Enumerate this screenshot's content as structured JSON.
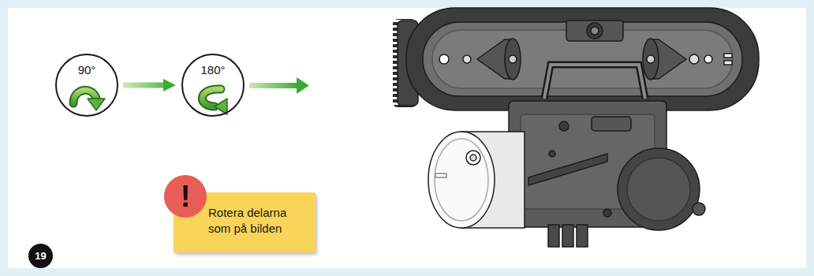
{
  "diagram": {
    "nodes": [
      {
        "text": [
          "90°"
        ]
      },
      {
        "text": [
          "180°"
        ]
      },
      {
        "text": [
          "!"
        ]
      },
      {
        "text": [
          "Rotera delarna som på bilden"
        ]
      },
      {
        "text": [
          "19"
        ]
      }
    ],
    "edges": [
      {
        "from": 0,
        "to": 1,
        "arrow": "to"
      }
    ]
  }
}
